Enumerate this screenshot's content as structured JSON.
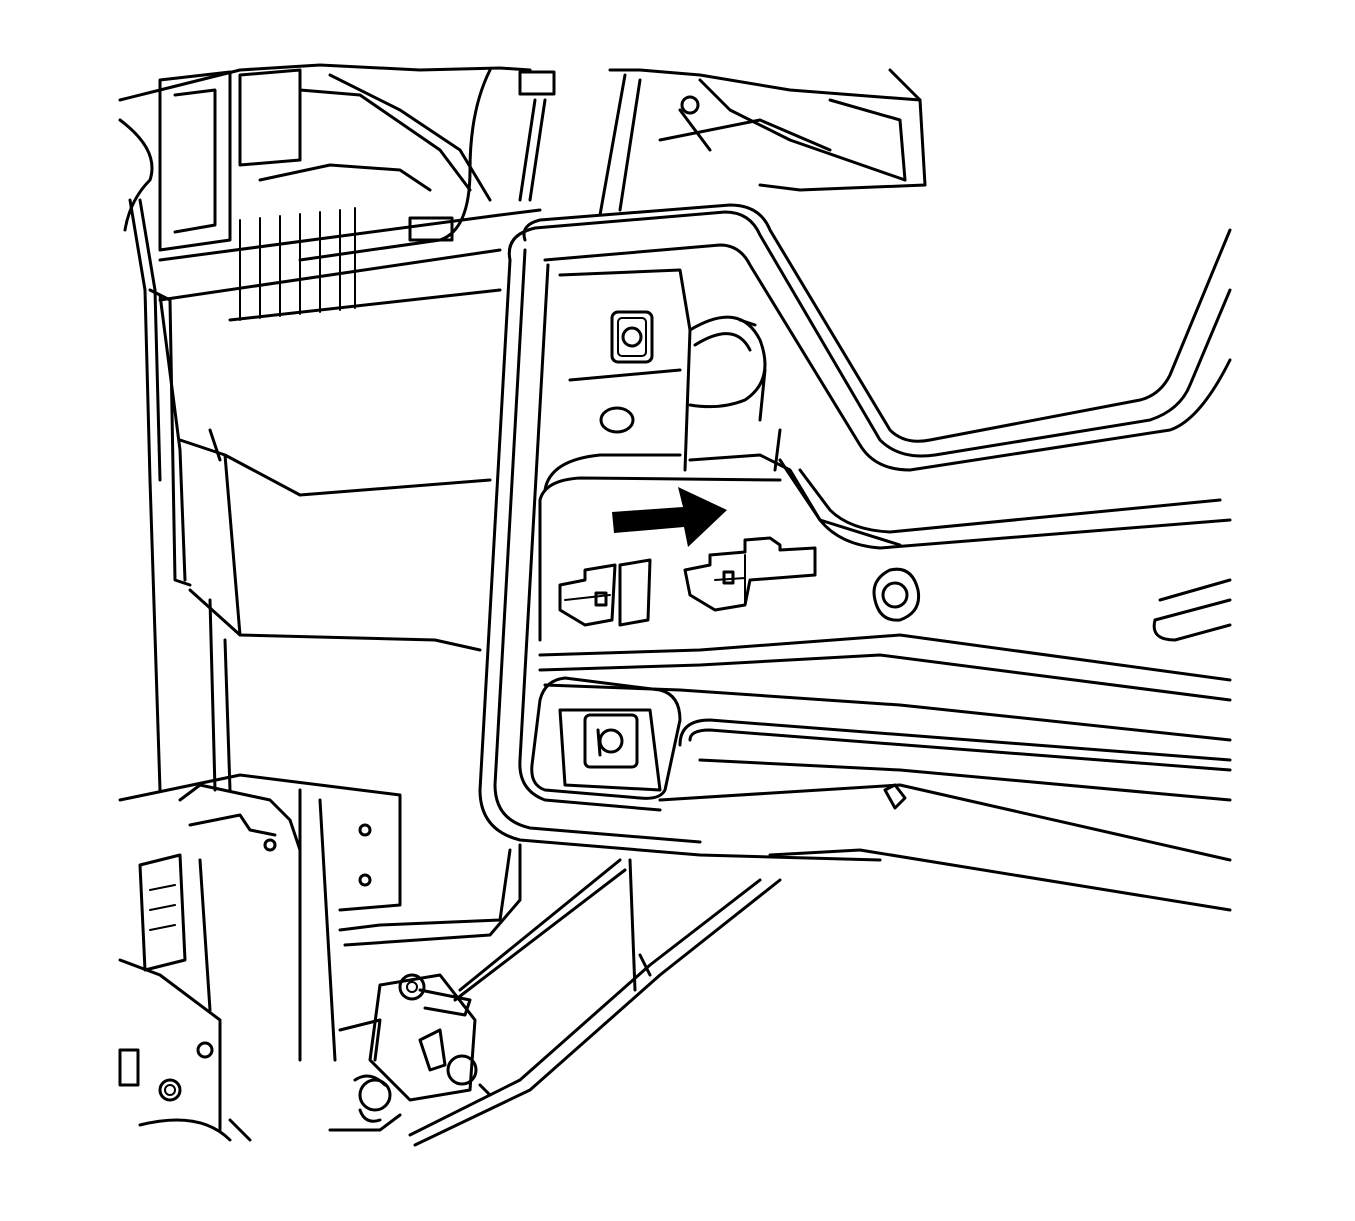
{
  "diagram": {
    "style": "monochrome line drawing",
    "stroke_color": "#000000",
    "background_color": "#ffffff",
    "callouts": [
      {
        "kind": "arrow",
        "direction": "right",
        "icon": "right-arrow-icon"
      }
    ]
  }
}
